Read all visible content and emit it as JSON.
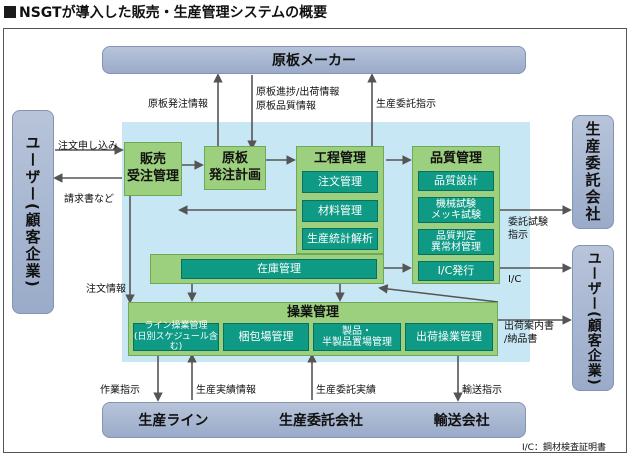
{
  "title": "NSGTが導入した販売・生産管理システムの概要",
  "footnote": "I/C：鋼材検査証明書",
  "nodes": {
    "supplier": "原板メーカー",
    "user_left": "ユーザー(顧客企業)",
    "user_right": "ユーザー(顧客企業)",
    "contract_right": "生産委託会社",
    "bottom": {
      "line": "生産ライン",
      "contract": "生産委託会社",
      "transport": "輸送会社"
    },
    "sales": "販売\n受注管理",
    "plan": "原板\n発注計画",
    "process": {
      "title": "工程管理",
      "items": [
        "注文管理",
        "材料管理",
        "生産統計解析"
      ]
    },
    "quality": {
      "title": "品質管理",
      "items": [
        "品質設計",
        "機械試験\nメッキ試験",
        "品質判定\n異常材管理",
        "I/C発行"
      ]
    },
    "inventory": "在庫管理",
    "operations": {
      "title": "操業管理",
      "items": [
        "ライン操業管理\n(日別スケジュール含む)",
        "梱包場管理",
        "製品・\n半製品置場管理",
        "出荷操業管理"
      ]
    }
  },
  "labels": {
    "order_placement": "原板発注情報",
    "progress": "原板進捗/出荷情報\n原板品質情報",
    "contract_instruct_top": "生産委託指示",
    "order_application": "注文申し込み",
    "invoice": "請求書など",
    "order_info": "注文情報",
    "test_instruct": "委託試験\n指示",
    "ic": "I/C",
    "shipping_docs": "出荷案内書\n/納品書",
    "work_instruct": "作業指示",
    "production_results": "生産実績情報",
    "contract_results": "生産委託実績",
    "transport_instruct": "輸送指示"
  }
}
